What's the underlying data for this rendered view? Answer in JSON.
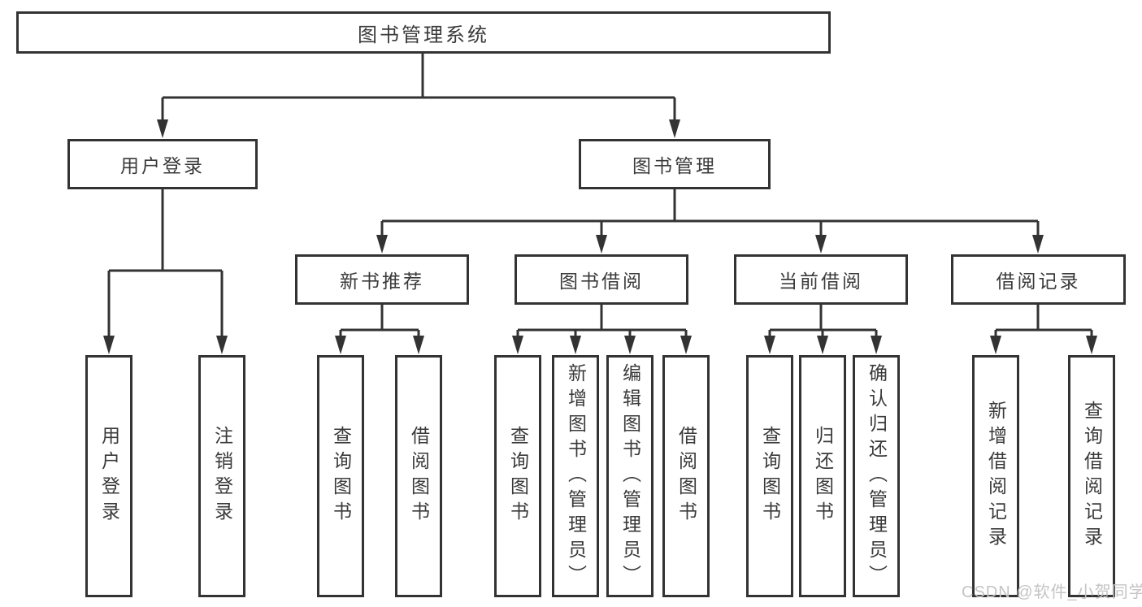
{
  "colors": {
    "line": "#333333",
    "text": "#3a3a3a",
    "watermark": "#c4c4c4"
  },
  "watermark": {
    "text": "CSDN @软件_小贺同学"
  },
  "diagram": {
    "root": {
      "label": "图书管理系统"
    },
    "branches": [
      {
        "label": "用户登录",
        "children": [
          {
            "label": "用户登录"
          },
          {
            "label": "注销登录"
          }
        ]
      },
      {
        "label": "图书管理",
        "children": [
          {
            "label": "新书推荐",
            "children": [
              {
                "label": "查询图书"
              },
              {
                "label": "借阅图书"
              }
            ]
          },
          {
            "label": "图书借阅",
            "children": [
              {
                "label": "查询图书"
              },
              {
                "label": "新增图书（管理员）"
              },
              {
                "label": "编辑图书（管理员）"
              },
              {
                "label": "借阅图书"
              }
            ]
          },
          {
            "label": "当前借阅",
            "children": [
              {
                "label": "查询图书"
              },
              {
                "label": "归还图书"
              },
              {
                "label": "确认归还（管理员）"
              }
            ]
          },
          {
            "label": "借阅记录",
            "children": [
              {
                "label": "新增借阅记录"
              },
              {
                "label": "查询借阅记录"
              }
            ]
          }
        ]
      }
    ]
  }
}
